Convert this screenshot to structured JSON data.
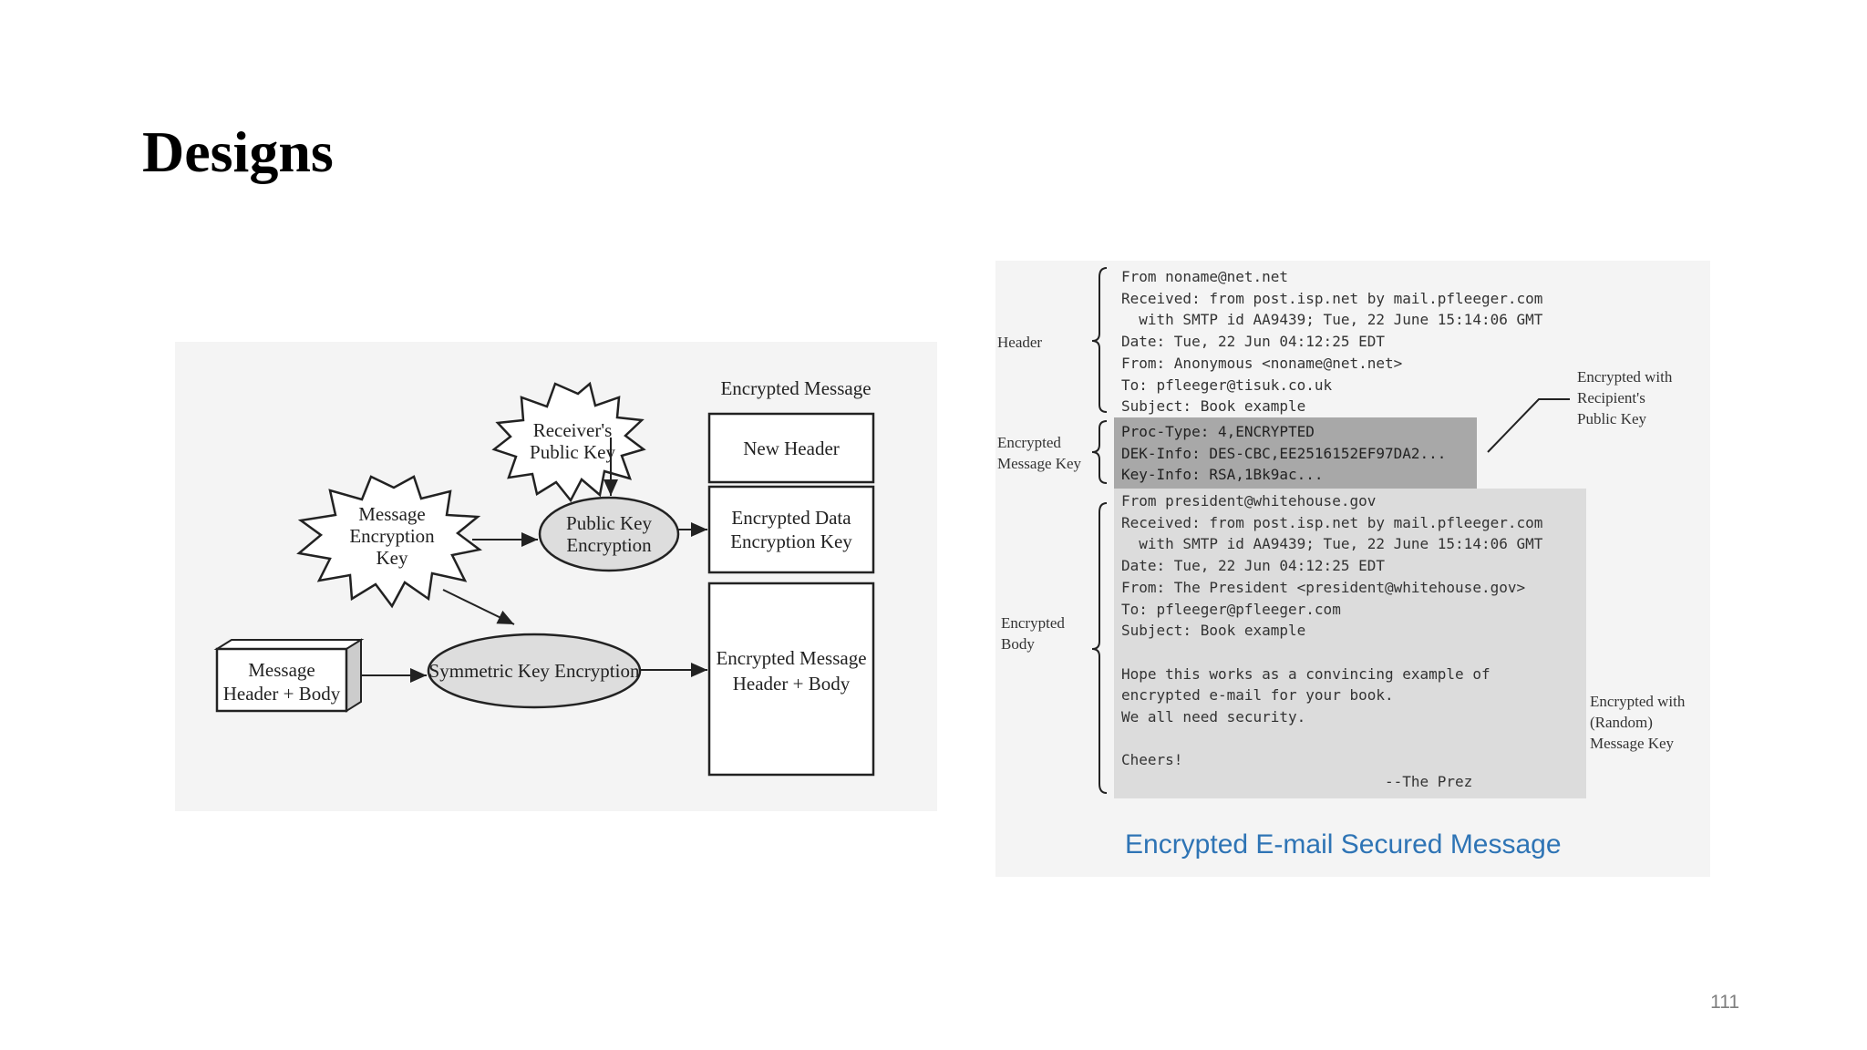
{
  "slide": {
    "title": "Designs",
    "page_number": "111"
  },
  "diagram_left": {
    "receivers_key_line1": "Receiver's",
    "receivers_key_line2": "Public Key",
    "encrypted_message_title": "Encrypted Message",
    "new_header": "New Header",
    "encrypted_data_key_line1": "Encrypted Data",
    "encrypted_data_key_line2": "Encryption Key",
    "message_key_line1": "Message",
    "message_key_line2": "Encryption",
    "message_key_line3": "Key",
    "public_key_enc_line1": "Public Key",
    "public_key_enc_line2": "Encryption",
    "message_box_line1": "Message",
    "message_box_line2": "Header + Body",
    "symmetric_enc": "Symmetric Key Encryption",
    "encrypted_body_line1": "Encrypted Message",
    "encrypted_body_line2": "Header + Body"
  },
  "email_panel": {
    "header_lines": "From noname@net.net\nReceived: from post.isp.net by mail.pfleeger.com\n  with SMTP id AA9439; Tue, 22 June 15:14:06 GMT\nDate: Tue, 22 Jun 04:12:25 EDT\nFrom: Anonymous <noname@net.net>\nTo: pfleeger@tisuk.co.uk\nSubject: Book example",
    "key_lines": "Proc-Type: 4,ENCRYPTED\nDEK-Info: DES-CBC,EE2516152EF97DA2...\nKey-Info: RSA,1Bk9ac...",
    "body_lines": "From president@whitehouse.gov\nReceived: from post.isp.net by mail.pfleeger.com\n  with SMTP id AA9439; Tue, 22 June 15:14:06 GMT\nDate: Tue, 22 Jun 04:12:25 EDT\nFrom: The President <president@whitehouse.gov>\nTo: pfleeger@pfleeger.com\nSubject: Book example\n\nHope this works as a convincing example of\nencrypted e-mail for your book.\nWe all need security.\n\nCheers!\n                              --The Prez",
    "label_header": "Header",
    "label_message_key": "Encrypted\nMessage Key",
    "label_body": "Encrypted\nBody",
    "note_recipient_key": "Encrypted with\nRecipient's\nPublic Key",
    "note_random_key": "Encrypted with\n(Random)\nMessage Key",
    "caption": "Encrypted E-mail Secured Message"
  }
}
